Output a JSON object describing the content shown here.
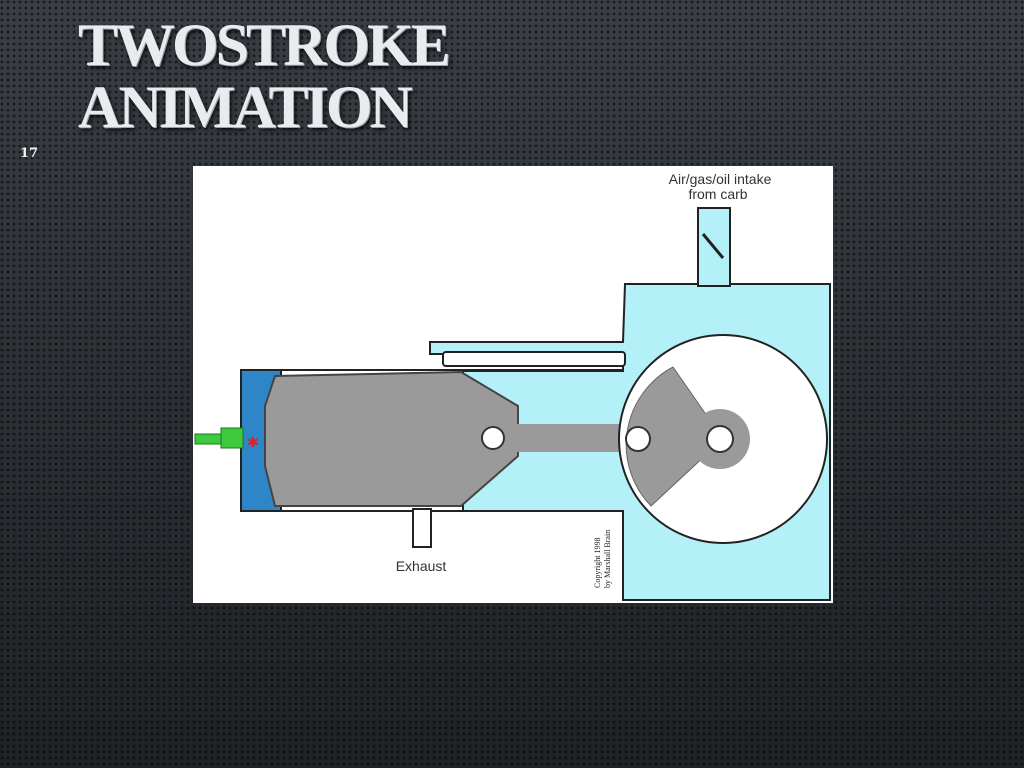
{
  "slide": {
    "title_line1": "TWOSTROKE",
    "title_line2": "ANIMATION",
    "number": "17"
  },
  "diagram": {
    "intake_label_line1": "Air/gas/oil intake",
    "intake_label_line2": "from carb",
    "exhaust_label": "Exhaust",
    "copyright_line1": "Copyright 1998",
    "copyright_line2": "by Marshall Brain",
    "colors": {
      "crankcase": "#b4f0f7",
      "outline": "#222222",
      "piston": "#9a9a9a",
      "combustion": "#2e86c9",
      "spark_plug": "#3ec93e",
      "spark": "#e02020"
    }
  }
}
